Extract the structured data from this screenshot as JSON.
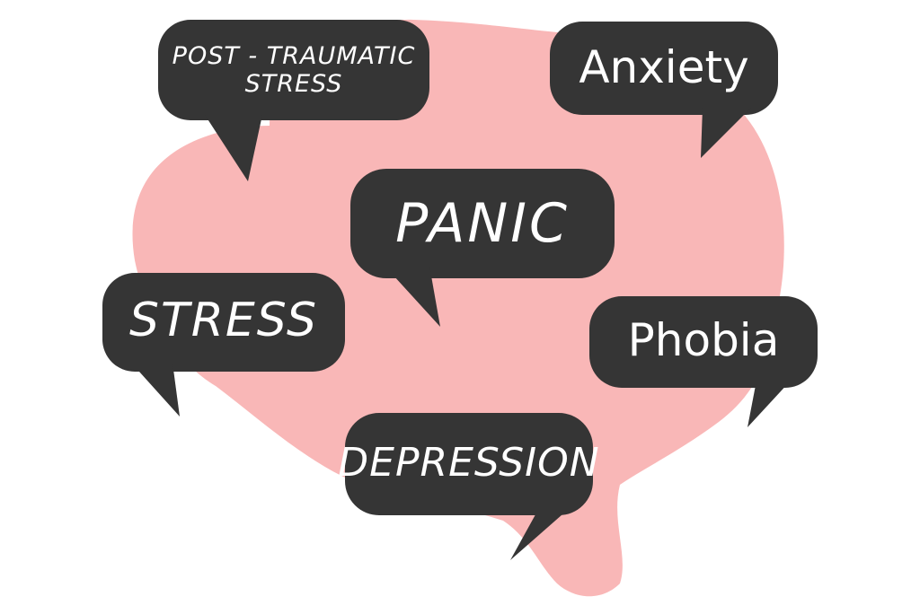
{
  "colors": {
    "brain": "#f9b7b7",
    "bubble": "#353535",
    "text": "#ffffff",
    "background": "#ffffff"
  },
  "illustration": "brain-icon",
  "bubbles": {
    "ptsd": "POST - TRAUMATIC\nSTRESS",
    "anxiety": "Anxiety",
    "panic": "PANIC",
    "stress": "STRESS",
    "phobia": "Phobia",
    "depression": "DEPRESSION"
  }
}
